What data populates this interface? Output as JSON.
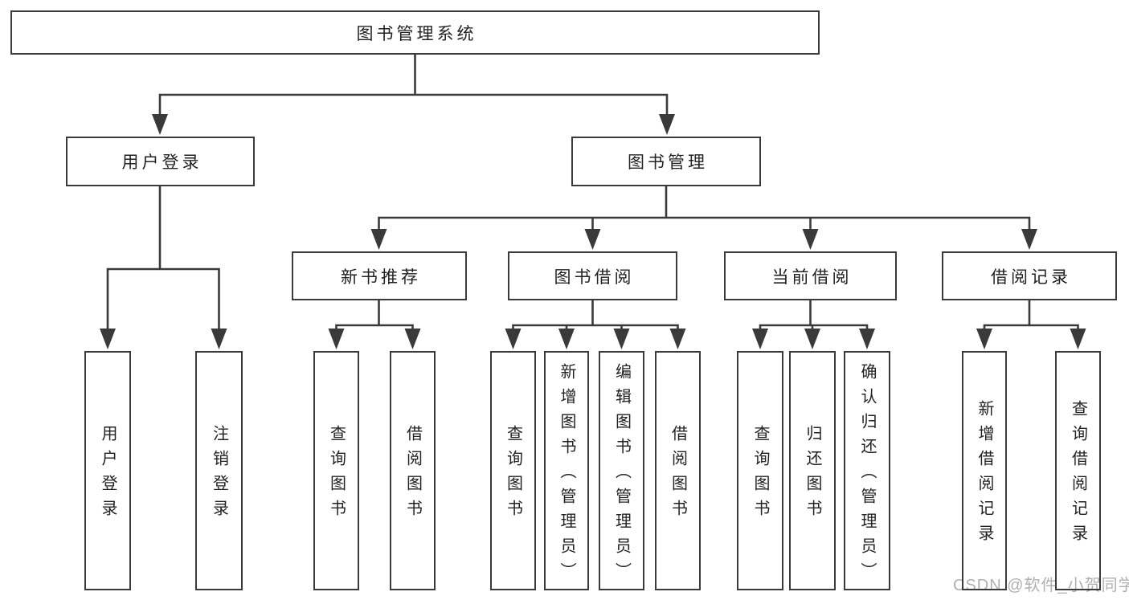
{
  "page": {
    "background": "#ffffff"
  },
  "colors": {
    "line": "#3a3a3a",
    "box_border": "#3a3a3a",
    "box_fill": "#ffffff",
    "text": "#222222",
    "watermark": "#b0b0b0"
  },
  "watermark": {
    "text": "CSDN @软件_小贺同学"
  },
  "tree": {
    "root": {
      "label": "图书管理系统"
    },
    "level1": [
      {
        "label": "用户登录",
        "children": [
          {
            "label": "用户登录"
          },
          {
            "label": "注销登录"
          }
        ]
      },
      {
        "label": "图书管理",
        "children": [
          {
            "label": "新书推荐",
            "children": [
              {
                "label": "查询图书"
              },
              {
                "label": "借阅图书"
              }
            ]
          },
          {
            "label": "图书借阅",
            "children": [
              {
                "label": "查询图书"
              },
              {
                "label": "新增图书（管理员）"
              },
              {
                "label": "编辑图书（管理员）"
              },
              {
                "label": "借阅图书"
              }
            ]
          },
          {
            "label": "当前借阅",
            "children": [
              {
                "label": "查询图书"
              },
              {
                "label": "归还图书"
              },
              {
                "label": "确认归还（管理员）"
              }
            ]
          },
          {
            "label": "借阅记录",
            "children": [
              {
                "label": "新增借阅记录"
              },
              {
                "label": "查询借阅记录"
              }
            ]
          }
        ]
      }
    ]
  }
}
